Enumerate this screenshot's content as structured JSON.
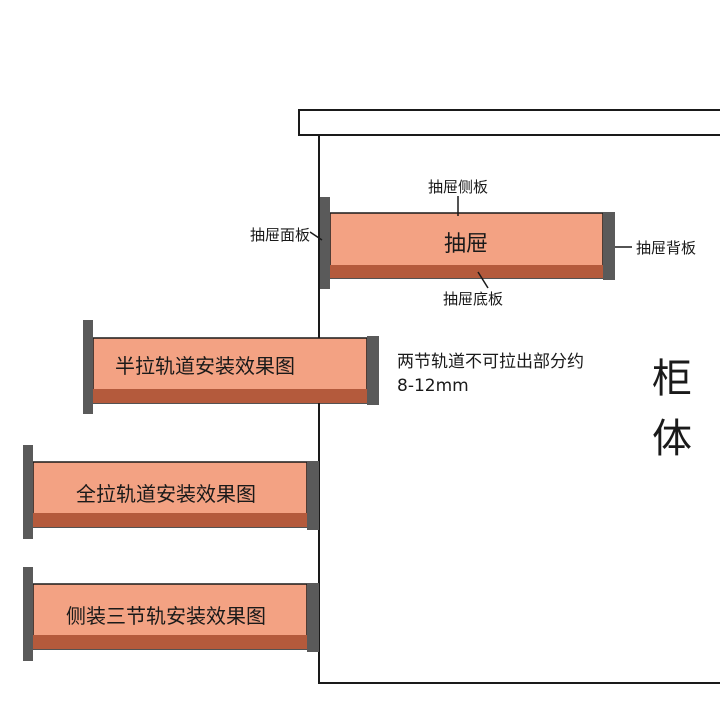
{
  "cabinet": {
    "label": "柜体"
  },
  "top_drawer": {
    "title": "抽屉",
    "side_panel": "抽屉侧板",
    "front_panel": "抽屉面板",
    "back_panel": "抽屉背板",
    "bottom_panel": "抽屉底板"
  },
  "drawers": [
    {
      "label": "半拉轨道安装效果图"
    },
    {
      "label": "全拉轨道安装效果图"
    },
    {
      "label": "侧装三节轨安装效果图"
    }
  ],
  "note": {
    "line1": "两节轨道不可拉出部分约",
    "line2": "8-12mm"
  },
  "colors": {
    "drawer_fill": "#f3a283",
    "drawer_bottom": "#b45a3c",
    "panel": "#5a5a5a",
    "outline": "#1a1a1a"
  }
}
